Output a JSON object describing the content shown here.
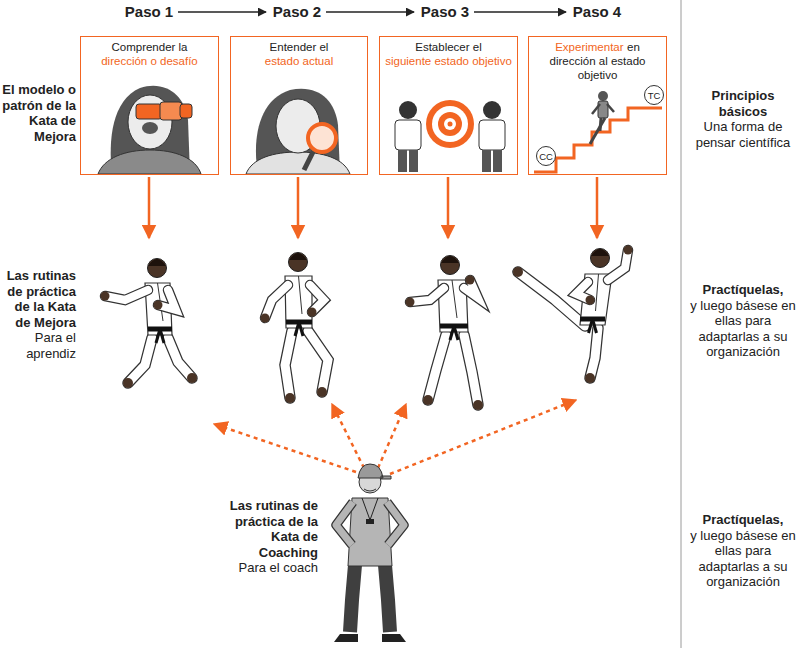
{
  "diagram": {
    "nodes": [
      {
        "text": [
          "Comprender la",
          "dirección o desafío"
        ]
      },
      {
        "text": [
          "Entender el",
          "estado actual"
        ]
      },
      {
        "text": [
          "Establecer el",
          "siguiente estado objetivo"
        ]
      },
      {
        "text": [
          "Experimentar",
          "en dirección al estado objetivo"
        ]
      },
      {
        "text": [
          "CC"
        ],
        "in": 3
      },
      {
        "text": [
          "TC"
        ],
        "in": 3
      }
    ],
    "labels": [
      "Paso 1",
      "Paso 2",
      "Paso 3",
      "Paso 4",
      "El modelo o patrón de la Kata de Mejora",
      "Las rutinas de práctica de la Kata de Mejora",
      "Para el aprendiz",
      "Principios básicos",
      "Una forma de pensar científica",
      "Practíquelas,",
      "y luego básese en ellas para adaptarlas a su organización",
      "Las rutinas de práctica de la Kata de Coaching",
      "Para el coach",
      "Practíquelas,",
      "y luego básese en ellas para adaptarlas a su organización"
    ]
  }
}
